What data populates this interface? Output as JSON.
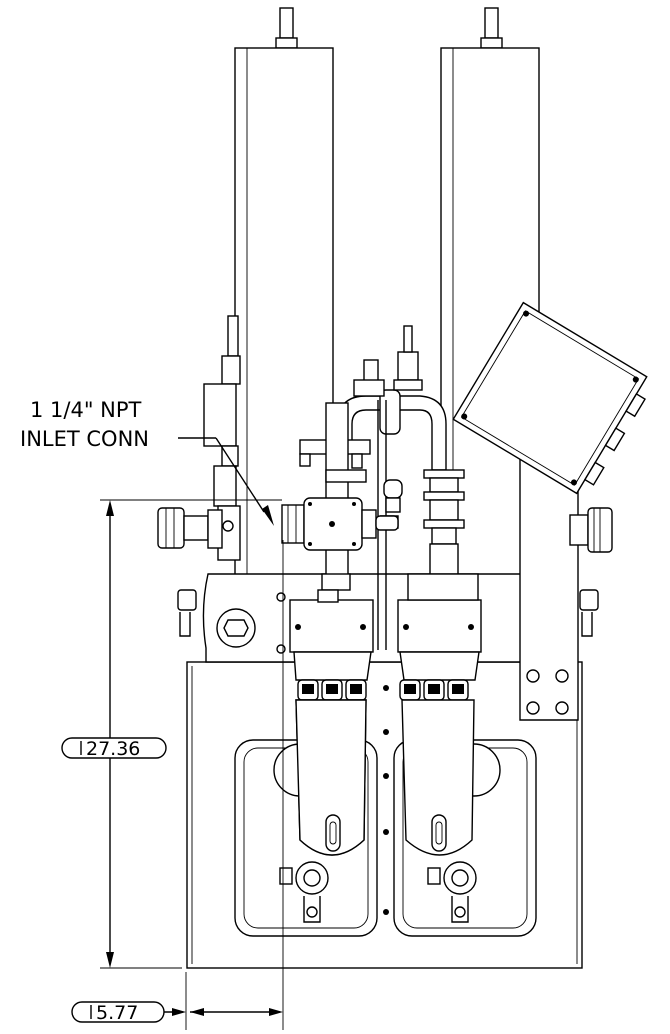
{
  "callout": {
    "line1": "1 1/4\" NPT",
    "line2": "INLET CONN"
  },
  "dimensions": {
    "height": "27.36",
    "offset": "5.77"
  }
}
